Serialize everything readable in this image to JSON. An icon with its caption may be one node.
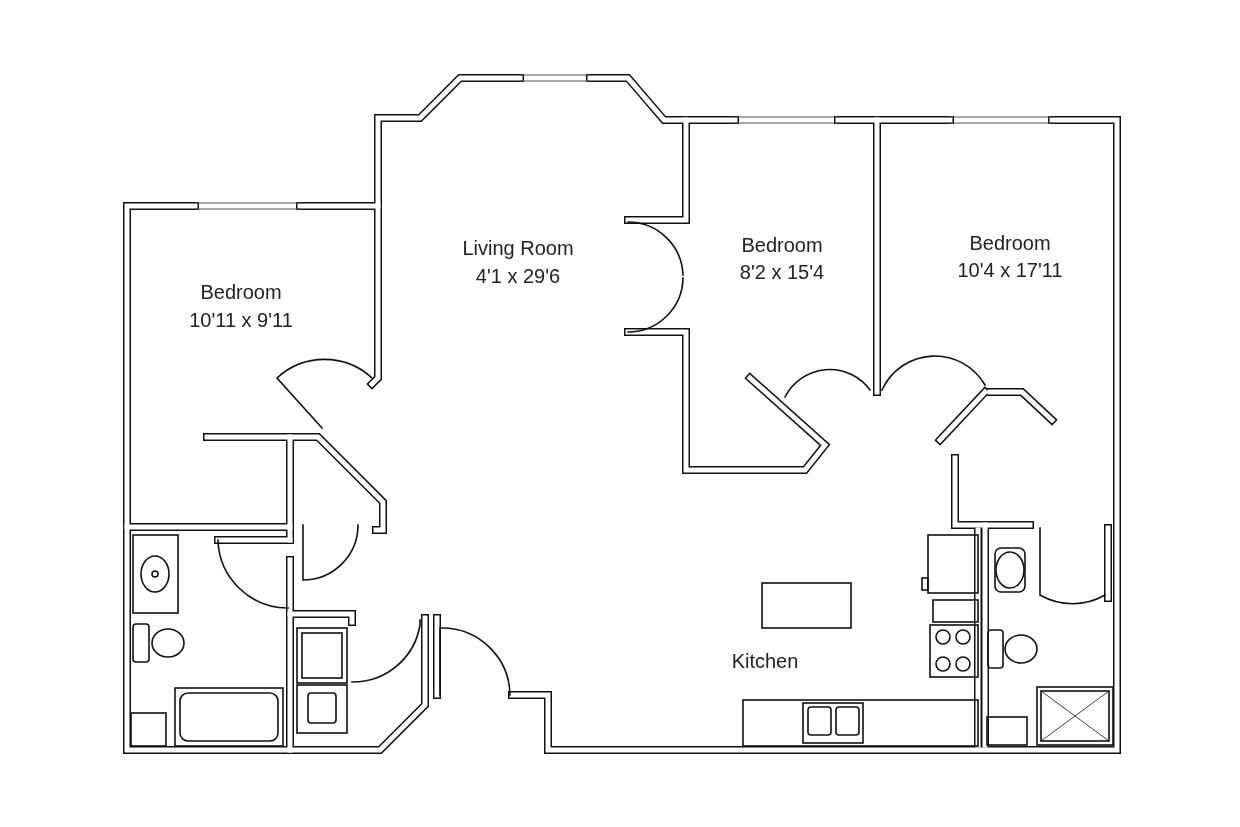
{
  "diagram": {
    "labels": [
      "Living Room",
      "4'1 x 29'6",
      "Bedroom",
      "8'2 x 15'4",
      "Bedroom",
      "10'4 x 17'11",
      "Bedroom",
      "10'11 x 9'11",
      "Kitchen"
    ]
  }
}
